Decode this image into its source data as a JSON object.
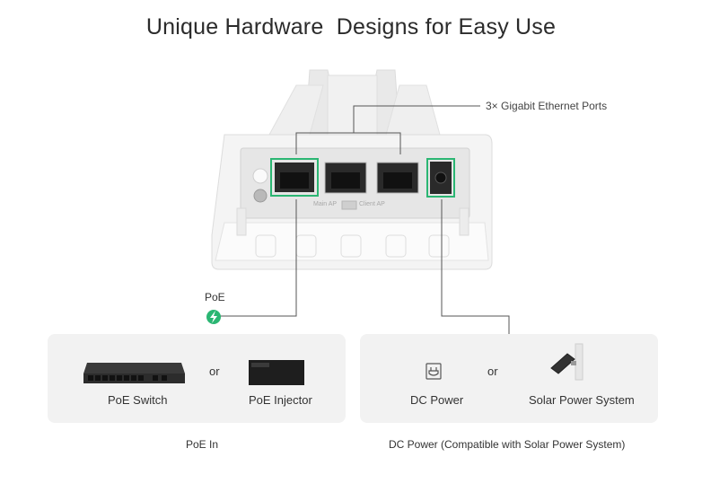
{
  "title": "Unique Hardware  Designs for Easy Use",
  "callouts": {
    "ethernet": "3× Gigabit Ethernet Ports",
    "poe": "PoE"
  },
  "device": {
    "switch_left": "Main AP",
    "switch_right": "Client AP"
  },
  "poe_panel": {
    "item1": "PoE Switch",
    "or": "or",
    "item2": "PoE Injector",
    "caption": "PoE In"
  },
  "dc_panel": {
    "item1": "DC Power",
    "or": "or",
    "item2": "Solar Power System",
    "caption": "DC Power (Compatible with Solar Power System)"
  },
  "colors": {
    "accent": "#2bb673",
    "panel_bg": "#f2f2f2"
  }
}
